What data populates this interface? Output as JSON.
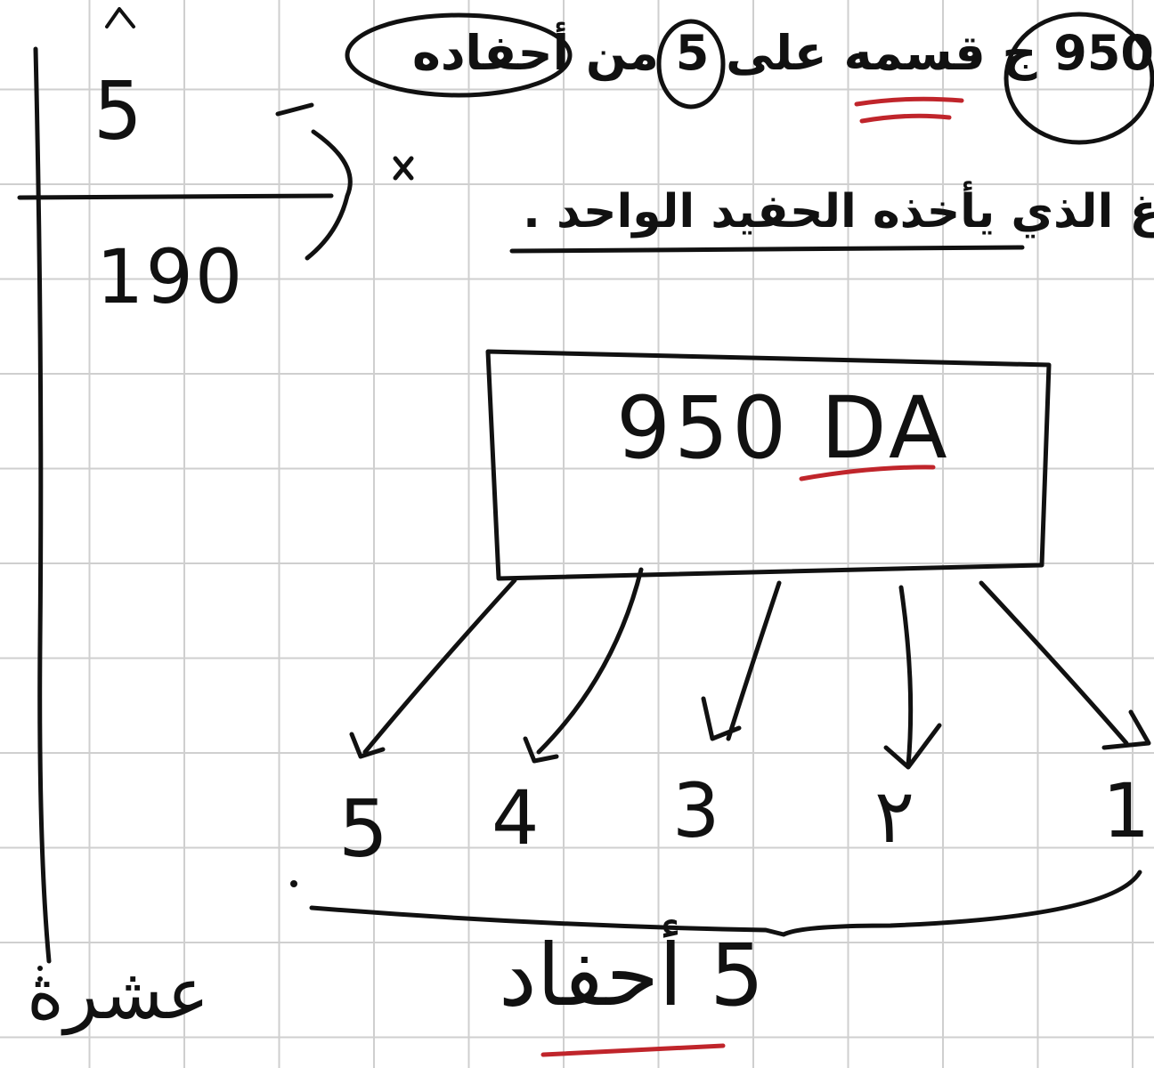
{
  "problem": {
    "line1": "950 ج قسمه على 5 من أحفاده",
    "line2": "غ الذي يأخذه الحفيد الواحد ."
  },
  "division": {
    "divisor": "5",
    "quotient": "190"
  },
  "diagram": {
    "amount": "950 DA",
    "grandchildren": [
      "5",
      "4",
      "3",
      "٢",
      "1"
    ],
    "label": "5 أحفاد"
  },
  "side_note": "عشرة",
  "colors": {
    "ink": "#111111",
    "red_underline": "#c0252b",
    "grid": "#cfcfcf"
  }
}
